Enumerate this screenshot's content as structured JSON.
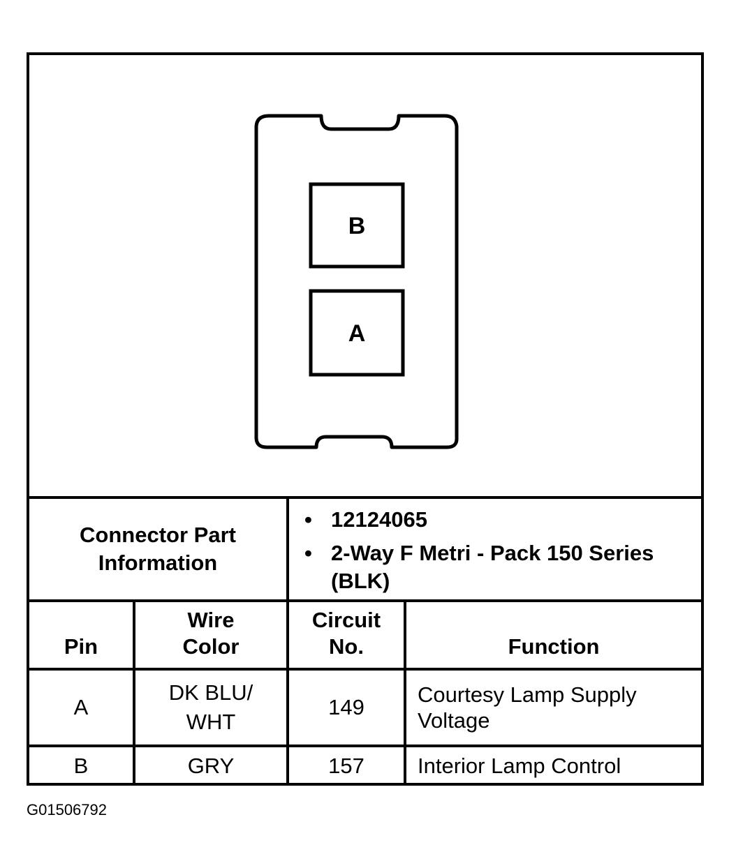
{
  "connector": {
    "pins": [
      "B",
      "A"
    ]
  },
  "part_info": {
    "label": "Connector Part Information",
    "items": [
      "12124065",
      "2-Way F Metri - Pack 150 Series (BLK)"
    ]
  },
  "table": {
    "headers": {
      "pin": "Pin",
      "wire_color": "Wire Color",
      "circuit": "Circuit No.",
      "function": "Function"
    },
    "rows": [
      {
        "pin": "A",
        "wire_color": "DK BLU/ WHT",
        "circuit": "149",
        "function": "Courtesy Lamp Supply Voltage"
      },
      {
        "pin": "B",
        "wire_color": "GRY",
        "circuit": "157",
        "function": "Interior Lamp Control"
      }
    ]
  },
  "figure_id": "G01506792",
  "colors": {
    "line": "#000000",
    "background": "#ffffff"
  }
}
